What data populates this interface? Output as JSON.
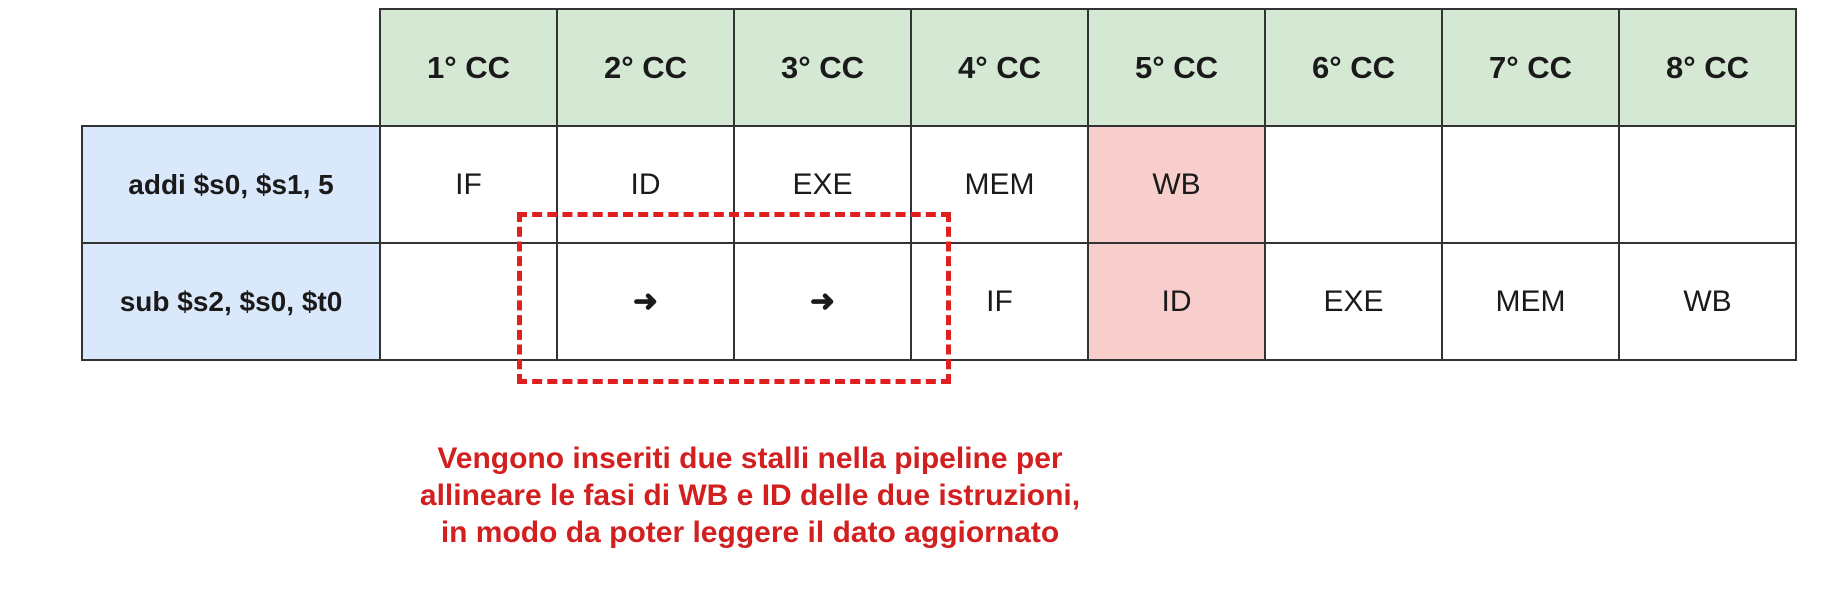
{
  "columns": [
    "1° CC",
    "2° CC",
    "3° CC",
    "4° CC",
    "5° CC",
    "6° CC",
    "7° CC",
    "8° CC"
  ],
  "rows": [
    {
      "instruction": "addi $s0, $s1, 5",
      "stages": [
        "IF",
        "ID",
        "EXE",
        "MEM",
        "WB",
        "",
        "",
        ""
      ]
    },
    {
      "instruction": "sub $s2, $s0, $t0",
      "stages": [
        "",
        "➜",
        "➜",
        "IF",
        "ID",
        "EXE",
        "MEM",
        "WB"
      ]
    }
  ],
  "highlight_color": "#f8cecc",
  "header_color": "#d5e8d4",
  "instruction_color": "#dae8fc",
  "note": {
    "lines": [
      "Vengono inseriti due stalli nella pipeline per",
      "allineare le fasi di WB e ID delle due istruzioni,",
      "in modo da poter leggere il dato aggiornato"
    ],
    "color": "#d21f1f"
  }
}
